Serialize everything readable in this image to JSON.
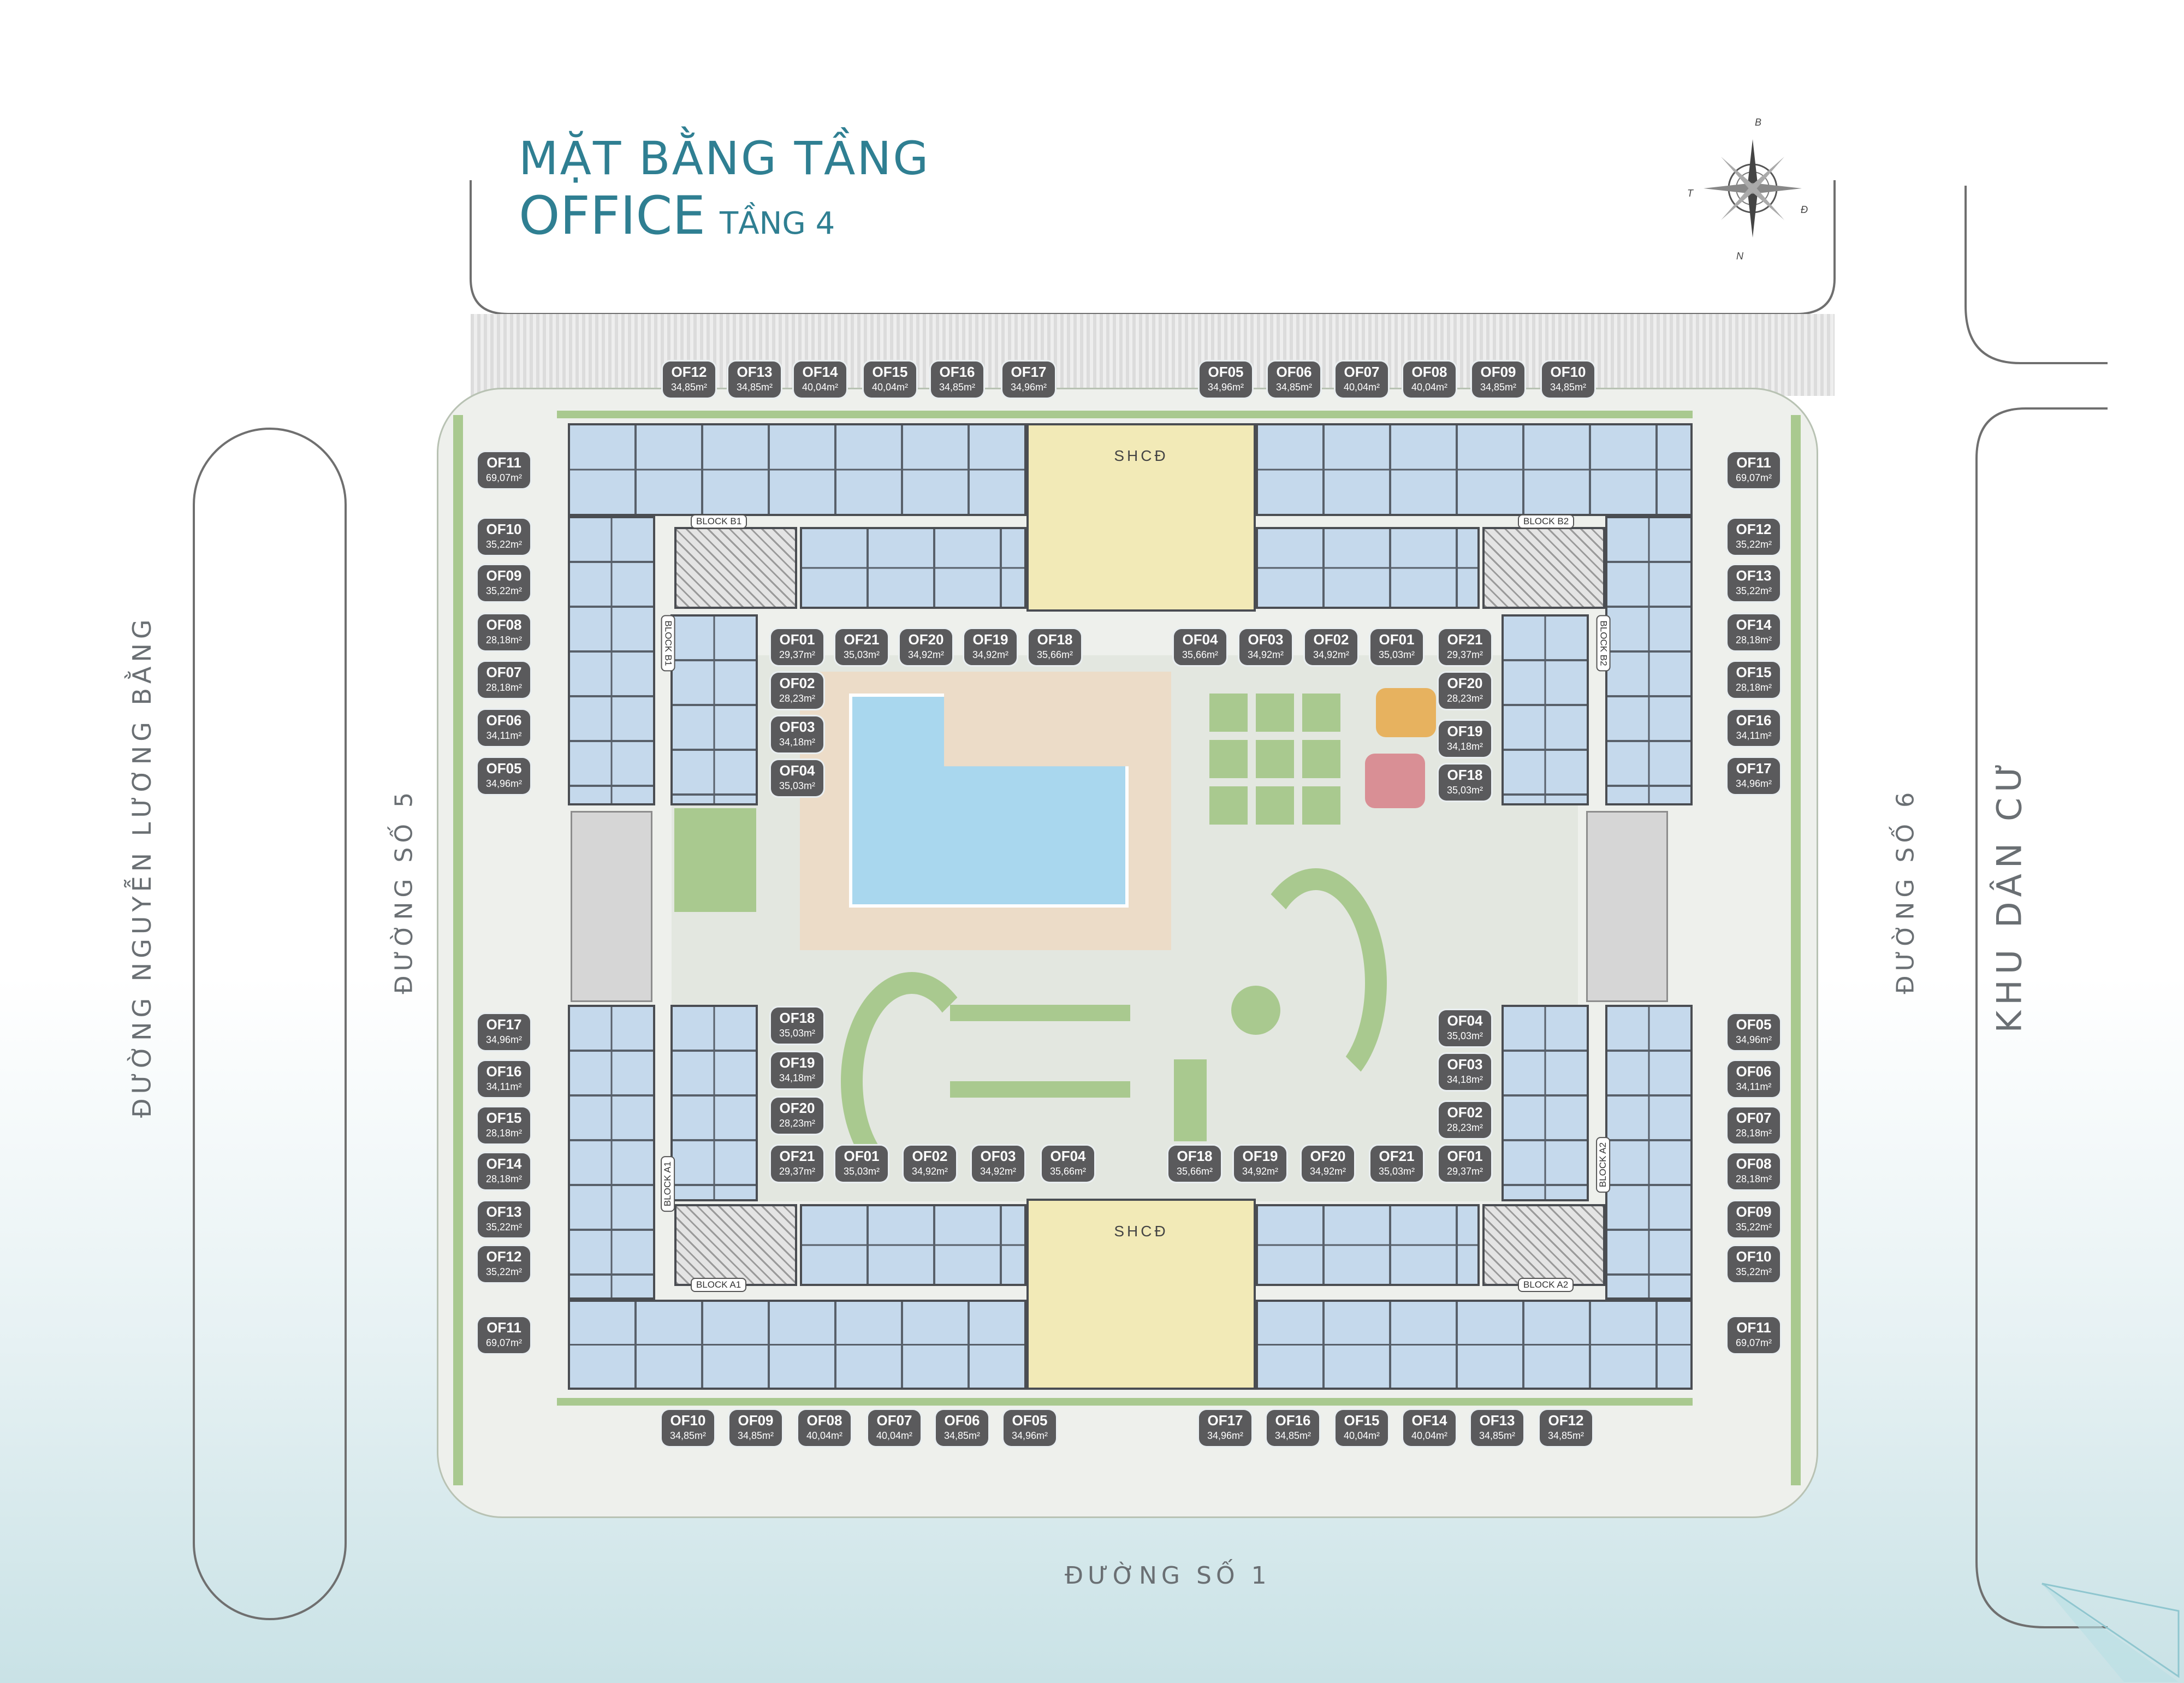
{
  "title": {
    "line1": "MẶT BẰNG TẦNG",
    "main": "OFFICE",
    "floor": "TẦNG 4"
  },
  "compass": {
    "north": "B",
    "east": "Đ",
    "south": "N",
    "west": "T"
  },
  "roads": {
    "west_outer": "ĐƯỜNG NGUYỄN LƯƠNG BẰNG",
    "west_inner": "ĐƯỜNG SỐ 5",
    "east": "ĐƯỜNG SỐ 6",
    "east_area": "KHU DÂN CƯ",
    "south": "ĐƯỜNG SỐ 1"
  },
  "amenity": {
    "shcd": "SHCĐ"
  },
  "block_labels": {
    "b1": "BLOCK B1",
    "b2": "BLOCK B2",
    "a1": "BLOCK A1",
    "a2": "BLOCK A2"
  },
  "units": [
    {
      "id": "OF12",
      "area": "34,85m²"
    },
    {
      "id": "OF13",
      "area": "34,85m²"
    },
    {
      "id": "OF14",
      "area": "40,04m²"
    },
    {
      "id": "OF15",
      "area": "40,04m²"
    },
    {
      "id": "OF16",
      "area": "34,85m²"
    },
    {
      "id": "OF17",
      "area": "34,96m²"
    },
    {
      "id": "OF05",
      "area": "34,96m²"
    },
    {
      "id": "OF06",
      "area": "34,85m²"
    },
    {
      "id": "OF07",
      "area": "40,04m²"
    },
    {
      "id": "OF08",
      "area": "40,04m²"
    },
    {
      "id": "OF09",
      "area": "34,85m²"
    },
    {
      "id": "OF10",
      "area": "34,85m²"
    },
    {
      "id": "OF11",
      "area": "69,07m²"
    },
    {
      "id": "OF10",
      "area": "35,22m²"
    },
    {
      "id": "OF09",
      "area": "35,22m²"
    },
    {
      "id": "OF08",
      "area": "28,18m²"
    },
    {
      "id": "OF07",
      "area": "28,18m²"
    },
    {
      "id": "OF06",
      "area": "34,11m²"
    },
    {
      "id": "OF05",
      "area": "34,96m²"
    },
    {
      "id": "OF11",
      "area": "69,07m²"
    },
    {
      "id": "OF12",
      "area": "35,22m²"
    },
    {
      "id": "OF13",
      "area": "35,22m²"
    },
    {
      "id": "OF14",
      "area": "28,18m²"
    },
    {
      "id": "OF15",
      "area": "28,18m²"
    },
    {
      "id": "OF16",
      "area": "34,11m²"
    },
    {
      "id": "OF17",
      "area": "34,96m²"
    },
    {
      "id": "OF01",
      "area": "29,37m²"
    },
    {
      "id": "OF21",
      "area": "35,03m²"
    },
    {
      "id": "OF20",
      "area": "34,92m²"
    },
    {
      "id": "OF19",
      "area": "34,92m²"
    },
    {
      "id": "OF18",
      "area": "35,66m²"
    },
    {
      "id": "OF02",
      "area": "28,23m²"
    },
    {
      "id": "OF03",
      "area": "34,18m²"
    },
    {
      "id": "OF04",
      "area": "35,03m²"
    },
    {
      "id": "OF04",
      "area": "35,66m²"
    },
    {
      "id": "OF03",
      "area": "34,92m²"
    },
    {
      "id": "OF02",
      "area": "34,92m²"
    },
    {
      "id": "OF01",
      "area": "35,03m²"
    },
    {
      "id": "OF21",
      "area": "29,37m²"
    },
    {
      "id": "OF20",
      "area": "28,23m²"
    },
    {
      "id": "OF19",
      "area": "34,18m²"
    },
    {
      "id": "OF18",
      "area": "35,03m²"
    },
    {
      "id": "OF17",
      "area": "34,96m²"
    },
    {
      "id": "OF16",
      "area": "34,11m²"
    },
    {
      "id": "OF15",
      "area": "28,18m²"
    },
    {
      "id": "OF14",
      "area": "28,18m²"
    },
    {
      "id": "OF13",
      "area": "35,22m²"
    },
    {
      "id": "OF12",
      "area": "35,22m²"
    },
    {
      "id": "OF11",
      "area": "69,07m²"
    },
    {
      "id": "OF18",
      "area": "35,03m²"
    },
    {
      "id": "OF19",
      "area": "34,18m²"
    },
    {
      "id": "OF20",
      "area": "28,23m²"
    },
    {
      "id": "OF21",
      "area": "29,37m²"
    },
    {
      "id": "OF01",
      "area": "35,03m²"
    },
    {
      "id": "OF02",
      "area": "34,92m²"
    },
    {
      "id": "OF03",
      "area": "34,92m²"
    },
    {
      "id": "OF04",
      "area": "35,66m²"
    },
    {
      "id": "OF18",
      "area": "35,66m²"
    },
    {
      "id": "OF19",
      "area": "34,92m²"
    },
    {
      "id": "OF20",
      "area": "34,92m²"
    },
    {
      "id": "OF21",
      "area": "35,03m²"
    },
    {
      "id": "OF01",
      "area": "29,37m²"
    },
    {
      "id": "OF04",
      "area": "35,03m²"
    },
    {
      "id": "OF03",
      "area": "34,18m²"
    },
    {
      "id": "OF02",
      "area": "28,23m²"
    },
    {
      "id": "OF05",
      "area": "34,96m²"
    },
    {
      "id": "OF06",
      "area": "34,11m²"
    },
    {
      "id": "OF07",
      "area": "28,18m²"
    },
    {
      "id": "OF08",
      "area": "28,18m²"
    },
    {
      "id": "OF09",
      "area": "35,22m²"
    },
    {
      "id": "OF10",
      "area": "35,22m²"
    },
    {
      "id": "OF11",
      "area": "69,07m²"
    },
    {
      "id": "OF10",
      "area": "34,85m²"
    },
    {
      "id": "OF09",
      "area": "34,85m²"
    },
    {
      "id": "OF08",
      "area": "40,04m²"
    },
    {
      "id": "OF07",
      "area": "40,04m²"
    },
    {
      "id": "OF06",
      "area": "34,85m²"
    },
    {
      "id": "OF05",
      "area": "34,96m²"
    },
    {
      "id": "OF17",
      "area": "34,96m²"
    },
    {
      "id": "OF16",
      "area": "34,85m²"
    },
    {
      "id": "OF15",
      "area": "40,04m²"
    },
    {
      "id": "OF14",
      "area": "40,04m²"
    },
    {
      "id": "OF13",
      "area": "34,85m²"
    },
    {
      "id": "OF12",
      "area": "34,85m²"
    }
  ]
}
